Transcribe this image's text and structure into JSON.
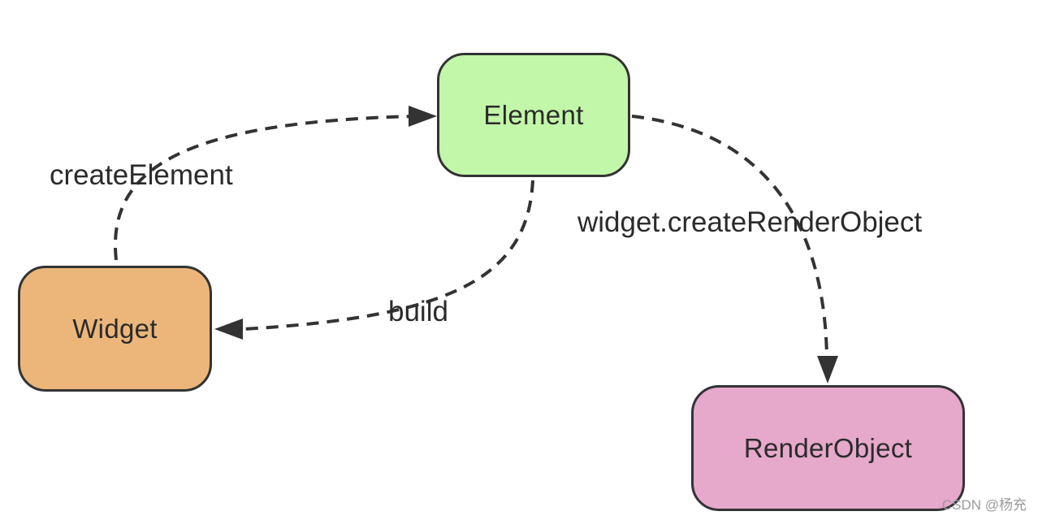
{
  "nodes": {
    "element": {
      "label": "Element",
      "color": "#c2f7a9"
    },
    "widget": {
      "label": "Widget",
      "color": "#ecb67a"
    },
    "renderobject": {
      "label": "RenderObject",
      "color": "#e6a8cb"
    }
  },
  "edges": {
    "create_element": {
      "label": "createElement"
    },
    "build": {
      "label": "build"
    },
    "create_render_object": {
      "label": "widget.createRenderObject"
    }
  },
  "watermark": "CSDN @杨充"
}
